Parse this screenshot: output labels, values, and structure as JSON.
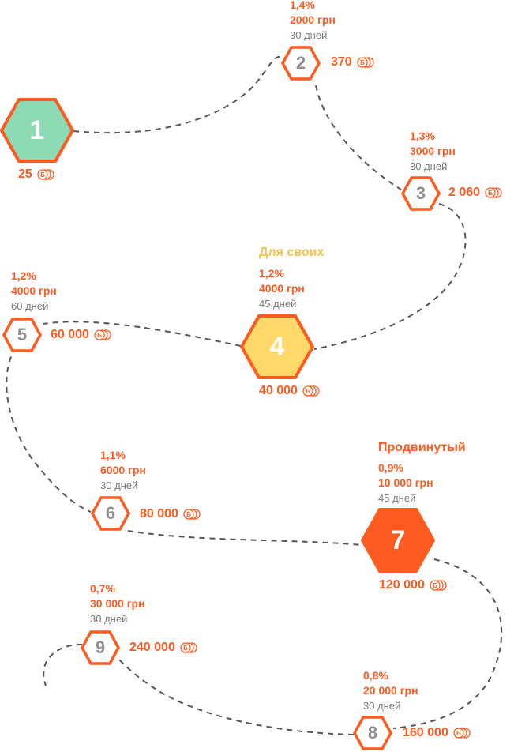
{
  "colors": {
    "accent": "#ff5a1f",
    "level1_fill": "#8ddbb4",
    "level4_fill": "#ffd86a",
    "level7_fill": "#ff5a1f",
    "muted_text": "#7a7a7a",
    "highlight_label_4": "#f5c14d",
    "highlight_label_7": "#ff5a1f"
  },
  "coin_icon": "coin-stack-icon",
  "levels": [
    {
      "number": "1",
      "reward": "25"
    },
    {
      "number": "2",
      "reward": "370",
      "percent": "1,4%",
      "amount": "2000 грн",
      "term": "30 дней"
    },
    {
      "number": "3",
      "reward": "2 060",
      "percent": "1,3%",
      "amount": "3000 грн",
      "term": "30 дней"
    },
    {
      "number": "4",
      "reward": "40 000",
      "label": "Для своих",
      "percent": "1,2%",
      "amount": "4000 грн",
      "term": "45 дней"
    },
    {
      "number": "5",
      "reward": "60 000",
      "percent": "1,2%",
      "amount": "4000 грн",
      "term": "60 дней"
    },
    {
      "number": "6",
      "reward": "80 000",
      "percent": "1,1%",
      "amount": "6000 грн",
      "term": "30 дней"
    },
    {
      "number": "7",
      "reward": "120 000",
      "label": "Продвинутый",
      "percent": "0,9%",
      "amount": "10 000 грн",
      "term": "45 дней"
    },
    {
      "number": "8",
      "reward": "160 000",
      "percent": "0,8%",
      "amount": "20 000 грн",
      "term": "30 дней"
    },
    {
      "number": "9",
      "reward": "240 000",
      "percent": "0,7%",
      "amount": "30 000 грн",
      "term": "30 дней"
    }
  ]
}
